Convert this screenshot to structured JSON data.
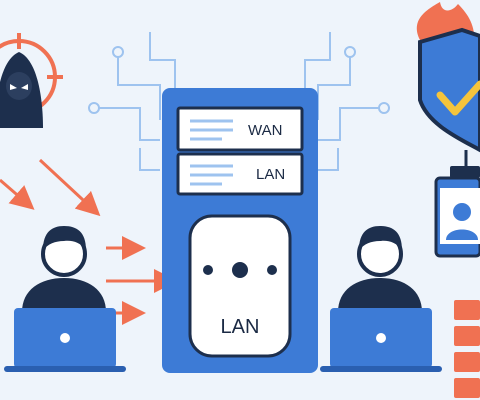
{
  "server": {
    "panel_top_label": "WAN",
    "panel_bottom_label": "LAN",
    "core_label": "LAN"
  },
  "icons": {
    "attacker": "hooded-hacker-icon",
    "target": "crosshair-icon",
    "shield": "shield-check-icon",
    "flame": "flame-icon",
    "badge": "id-badge-icon",
    "firewall": "firewall-bricks-icon",
    "user_left": "user-laptop-icon",
    "user_right": "user-laptop-icon"
  },
  "colors": {
    "background": "#eef4fb",
    "server_blue": "#3d7bd6",
    "navy": "#1d2f4d",
    "threat_orange": "#f07152",
    "circuit": "#9ec3ef",
    "check_yellow": "#f5c43c"
  }
}
